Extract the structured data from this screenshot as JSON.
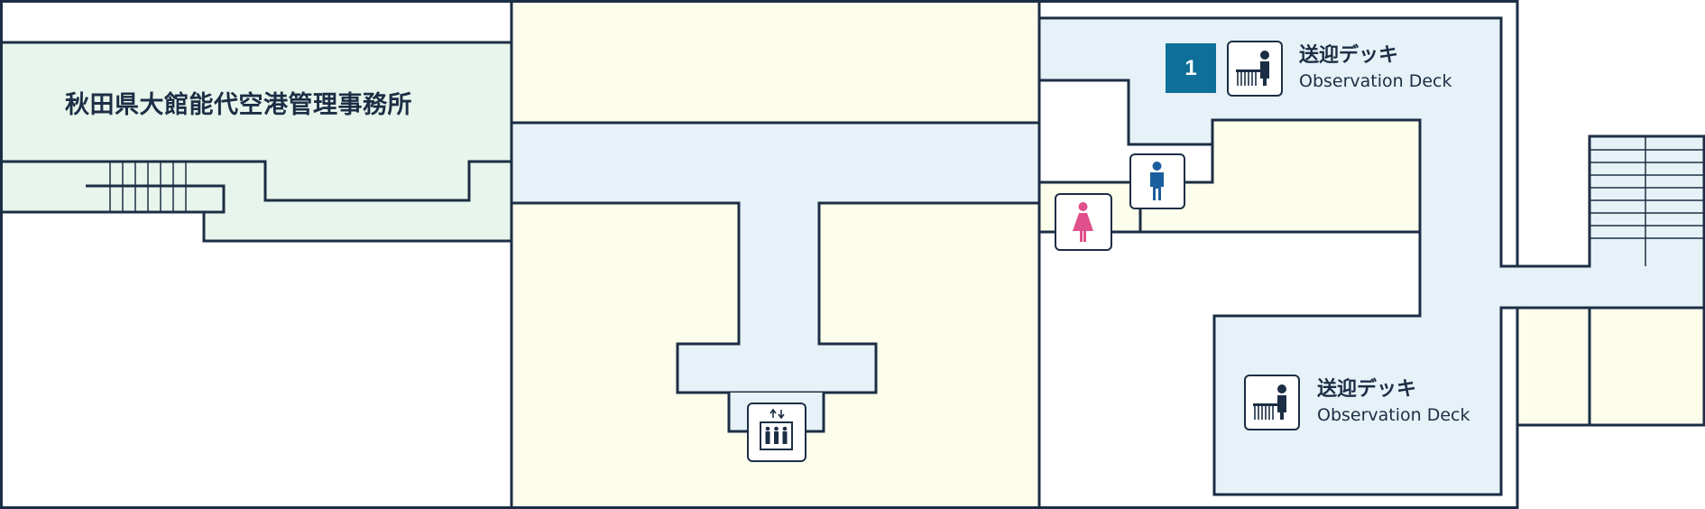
{
  "office": {
    "label": "秋田県大館能代空港管理事務所"
  },
  "decks": [
    {
      "badge": "1",
      "label_ja": "送迎デッキ",
      "label_en": "Observation Deck",
      "icon": "observation-deck-icon"
    },
    {
      "label_ja": "送迎デッキ",
      "label_en": "Observation Deck",
      "icon": "observation-deck-icon"
    }
  ],
  "facilities": [
    {
      "icon": "mens-restroom-icon"
    },
    {
      "icon": "womens-restroom-icon"
    },
    {
      "icon": "elevator-icon"
    }
  ],
  "colors": {
    "outline": "#1c2e45",
    "office_fill": "#e8f5ec",
    "corridor_fill": "#e6f2f7",
    "room_fill": "#fdfdec",
    "badge": "#0e6f98",
    "mens": "#1b5e9e",
    "womens": "#e0508a"
  }
}
